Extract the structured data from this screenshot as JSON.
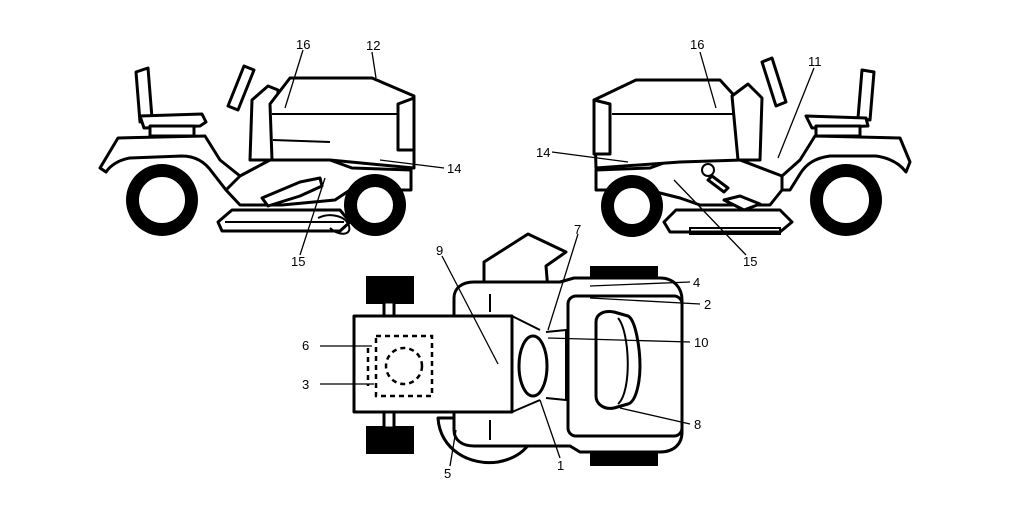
{
  "diagram": {
    "views": [
      "left-side",
      "right-side",
      "top"
    ],
    "callouts": {
      "left_16": "16",
      "left_12": "12",
      "left_14": "14",
      "left_15": "15",
      "right_16": "16",
      "right_11": "11",
      "right_14": "14",
      "right_15": "15",
      "top_9": "9",
      "top_7": "7",
      "top_4": "4",
      "top_2": "2",
      "top_10": "10",
      "top_6": "6",
      "top_3": "3",
      "top_8": "8",
      "top_5": "5",
      "top_1": "1"
    }
  }
}
